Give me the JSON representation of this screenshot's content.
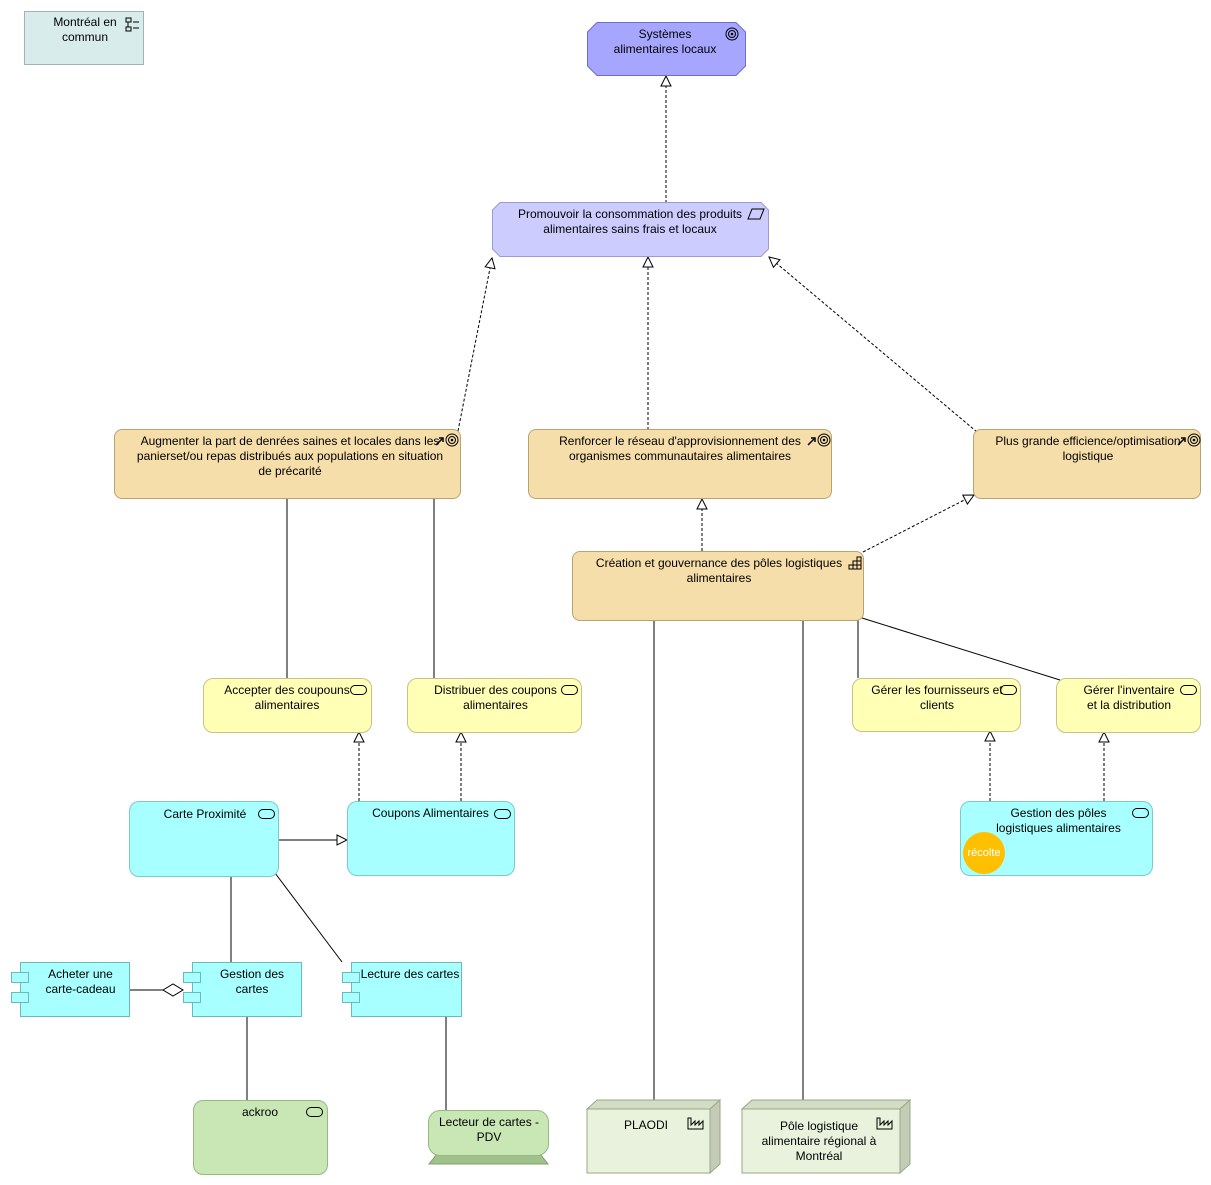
{
  "grouping": {
    "label": "Montréal en commun"
  },
  "nodes": {
    "systemes": "Systèmes alimentaires locaux",
    "promouvoir": "Promouvoir la consommation des produits alimentaires sains frais et locaux",
    "augmenter": "Augmenter la part de denrées saines et locales dans les panierset/ou repas distribués aux populations en situation de précarité",
    "renforcer": "Renforcer le réseau d'approvisionnement des organismes communautaires alimentaires",
    "efficience": "Plus grande efficience/optimisation logistique",
    "creation": "Création et gouvernance des pôles logistiques alimentaires",
    "accepter": "Accepter des coupouns alimentaires",
    "distribuer": "Distribuer des coupons alimentaires",
    "fournisseurs": "Gérer les fournisseurs et clients",
    "inventaire": "Gérer l'inventaire et la distribution",
    "carte_proximite": "Carte Proximité",
    "coupons": "Coupons Alimentaires",
    "gestion_poles": "Gestion des pôles logistiques alimentaires",
    "recolte_badge": "récolte",
    "acheter": "Acheter une carte-cadeau",
    "gestion_cartes": "Gestion des cartes",
    "lecture": "Lecture des cartes",
    "ackroo": "ackroo",
    "lecteur": "Lecteur de cartes - PDV",
    "plaodi": "PLAODI",
    "pole_montreal": "Pôle logistique alimentaire régional à Montréal"
  },
  "colors": {
    "goal": "#f5deaa",
    "outcome": "#ccccff",
    "driver": "#a6a6ff",
    "business_service": "#ffffb5",
    "application": "#a8ffff",
    "technology": "#c9e6b5",
    "facility": "#e8f2dc",
    "badge": "#ffc000"
  },
  "icons": [
    "service-component-icon",
    "goal-icon",
    "outcome-icon",
    "capability-icon",
    "service-icon",
    "application-component-icon",
    "facility-icon"
  ]
}
